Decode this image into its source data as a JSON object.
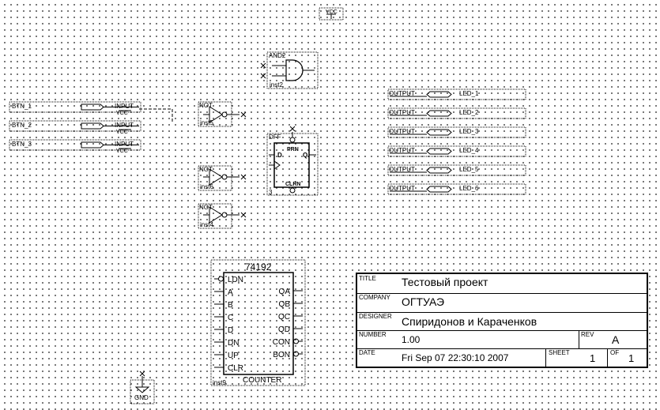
{
  "top_symbols": {
    "vcc": "VCC",
    "gnd": "GND"
  },
  "input_pins": [
    {
      "name": "BTN_1",
      "type": "INPUT",
      "default": "VCC"
    },
    {
      "name": "BTN_2",
      "type": "INPUT",
      "default": "VCC"
    },
    {
      "name": "BTN_3",
      "type": "INPUT",
      "default": "VCC"
    }
  ],
  "and_gate": {
    "type": "AND2",
    "inst": "inst2"
  },
  "not_gates": [
    {
      "type": "NOT",
      "inst": "inst5"
    },
    {
      "type": "NOT",
      "inst": "inst6"
    },
    {
      "type": "NOT",
      "inst": "inst4"
    }
  ],
  "dff": {
    "type": "DFF",
    "inst": "3",
    "pins": {
      "d": "D",
      "q": "Q",
      "prn": "PRN",
      "clrn": "CLRN"
    }
  },
  "output_pins": [
    {
      "type": "OUTPUT",
      "name": "LED_1"
    },
    {
      "type": "OUTPUT",
      "name": "LED_2"
    },
    {
      "type": "OUTPUT",
      "name": "LED_3"
    },
    {
      "type": "OUTPUT",
      "name": "LED_4"
    },
    {
      "type": "OUTPUT",
      "name": "LED_5"
    },
    {
      "type": "OUTPUT",
      "name": "LED_6"
    }
  ],
  "counter": {
    "title": "74192",
    "inst": "inst9",
    "footer": "COUNTER",
    "left_pins": [
      "LDN",
      "A",
      "B",
      "C",
      "D",
      "DN",
      "UP",
      "CLR"
    ],
    "right_pins": [
      "QA",
      "QB",
      "QC",
      "QD",
      "CON",
      "BON"
    ]
  },
  "title_block": {
    "title_label": "TITLE",
    "title": "Тестовый проект",
    "company_label": "COMPANY",
    "company": "ОГТУАЭ",
    "designer_label": "DESIGNER",
    "designer": "Спиридонов и Караченков",
    "number_label": "NUMBER",
    "number": "1.00",
    "rev_label": "REV",
    "rev": "A",
    "date_label": "DATE",
    "date": "Fri Sep 07 22:30:10 2007",
    "sheet_label": "SHEET",
    "sheet": "1",
    "of_label": "OF",
    "of": "1"
  }
}
